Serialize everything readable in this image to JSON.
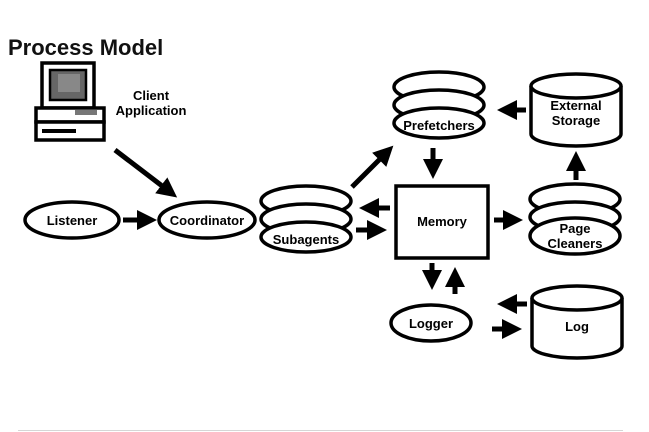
{
  "title": "Process Model",
  "nodes": {
    "client_application": [
      "Client",
      "Application"
    ],
    "listener": "Listener",
    "coordinator": "Coordinator",
    "subagents": "Subagents",
    "prefetchers": "Prefetchers",
    "memory": "Memory",
    "page_cleaners": [
      "Page",
      "Cleaners"
    ],
    "external_storage": [
      "External",
      "Storage"
    ],
    "logger": "Logger",
    "log": "Log"
  }
}
